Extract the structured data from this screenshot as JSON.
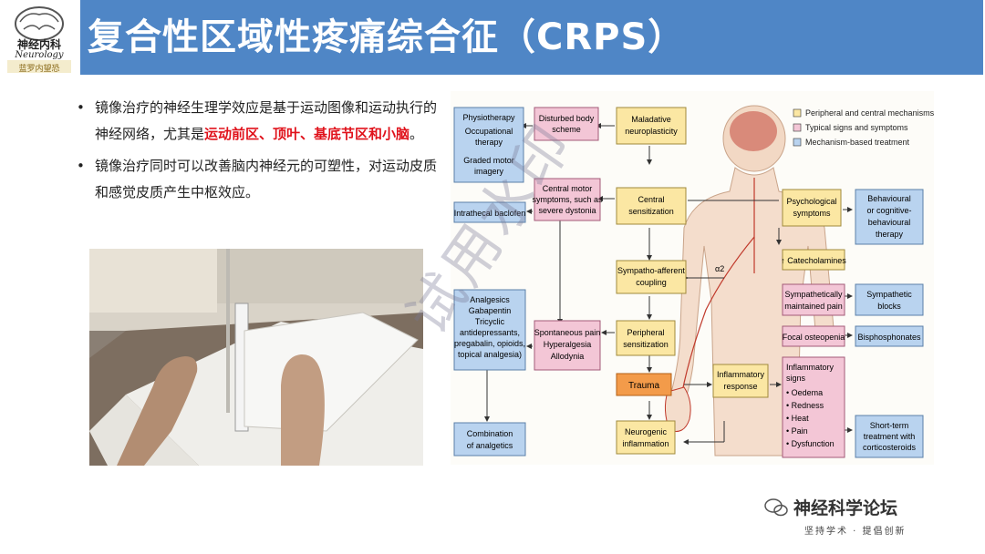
{
  "header": {
    "title": "复合性区域性疼痛综合征（CRPS）",
    "logo_line1": "神经内科",
    "logo_line2": "Neurology",
    "logo_line3": "蓝罗内望恐"
  },
  "bullets": {
    "b1_part1": "镜像治疗的神经生理学效应是基于运动图像和运动执行的神经网络，尤其是",
    "b1_highlight": "运动前区、顶叶、基底节区和小脑",
    "b1_end": "。",
    "b2": "镜像治疗同时可以改善脑内神经元的可塑性，对运动皮质和感觉皮质产生中枢效应。",
    "dot": "•"
  },
  "watermark": "试用水印",
  "brand": {
    "name": "神经科学论坛",
    "sub": "坚持学术 · 提倡创新"
  },
  "colors": {
    "title_bar": "#4f86c6",
    "highlight": "#e0121b",
    "box_yellow": "#fbe7a3",
    "box_pink": "#f3c6d6",
    "box_blue": "#b9d3ef"
  },
  "diagram": {
    "legend": {
      "item1": "Peripheral and central mechanisms",
      "item2": "Typical signs and symptoms",
      "item3": "Mechanism-based treatment"
    },
    "boxes": {
      "physio_1": "Physiotherapy",
      "physio_2": "Occupational",
      "physio_3": "therapy",
      "physio_4": "Graded motor",
      "physio_5": "imagery",
      "disturbed_1": "Disturbed body",
      "disturbed_2": "scheme",
      "maladaptive_1": "Maladative",
      "maladaptive_2": "neuroplasticity",
      "cms_1": "Central motor",
      "cms_2": "symptoms, such as",
      "cms_3": "severe dystonia",
      "intrathecal": "Intrathecal baclofen",
      "central_1": "Central",
      "central_2": "sensitization",
      "psych_1": "Psychological",
      "psych_2": "symptoms",
      "behav_1": "Behavioural",
      "behav_2": "or cognitive-",
      "behav_3": "behavioural",
      "behav_4": "therapy",
      "catechol": "↑ Catecholamines",
      "sympaff_1": "Sympatho-afferent",
      "sympaff_2": "coupling",
      "alpha2": "α2",
      "analg_1": "Analgesics",
      "analg_2": "Gabapentin",
      "analg_3": "Tricyclic",
      "analg_4": "antidepressants,",
      "analg_5": "pregabalin, opioids,",
      "analg_6": "topical analgesia)",
      "spont_1": "Spontaneous pain",
      "spont_2": "Hyperalgesia",
      "spont_3": "Allodynia",
      "periph_1": "Peripheral",
      "periph_2": "sensitization",
      "smp_1": "Sympathetically",
      "smp_2": "maintained pain",
      "sblocks_1": "Sympathetic",
      "sblocks_2": "blocks",
      "osteo": "Focal osteopenia",
      "bisph": "Bisphosphonates",
      "trauma": "Trauma",
      "inflresp_1": "Inflammatory",
      "inflresp_2": "response",
      "infl_title_1": "Inflammatory",
      "infl_title_2": "signs",
      "infl_s1": "• Oedema",
      "infl_s2": "• Redness",
      "infl_s3": "• Heat",
      "infl_s4": "• Pain",
      "infl_s5": "• Dysfunction",
      "shortterm_1": "Short-term",
      "shortterm_2": "treatment with",
      "shortterm_3": "corticosteroids",
      "neuro_1": "Neurogenic",
      "neuro_2": "inflammation",
      "comb_1": "Combination",
      "comb_2": "of analgetics"
    }
  }
}
